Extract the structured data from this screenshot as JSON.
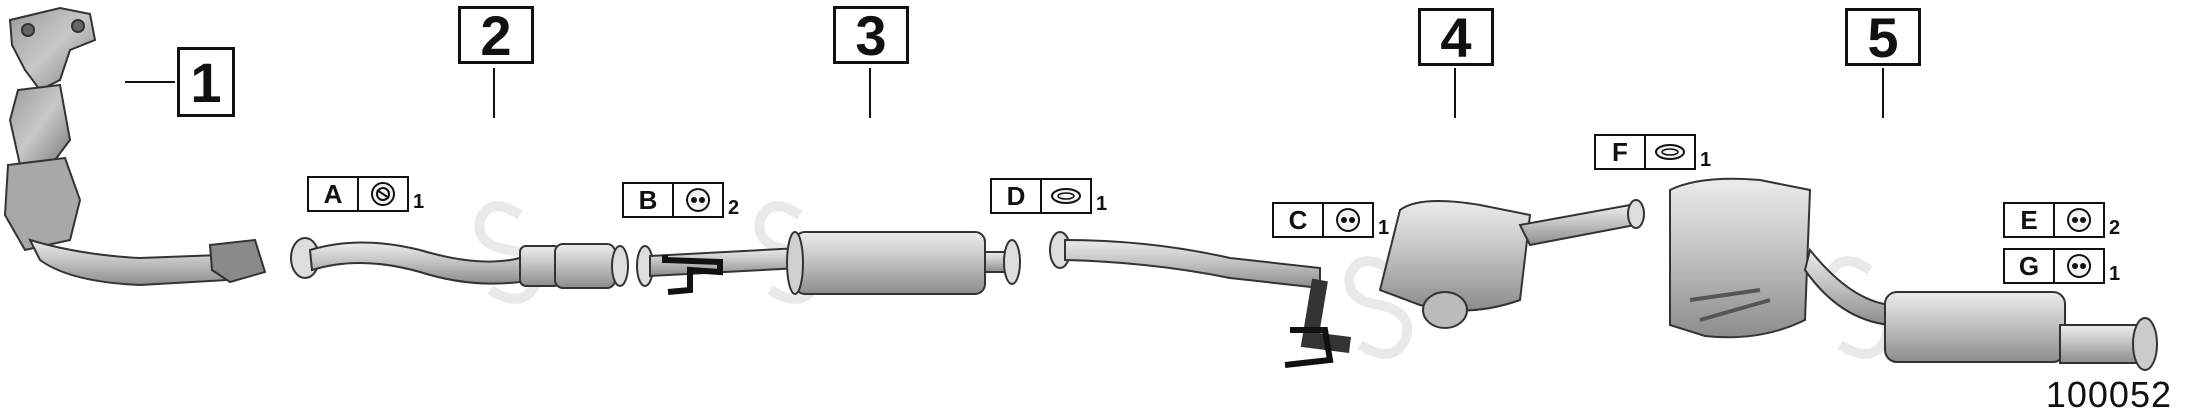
{
  "parts": [
    {
      "number": "1"
    },
    {
      "number": "2"
    },
    {
      "number": "3"
    },
    {
      "number": "4"
    },
    {
      "number": "5"
    }
  ],
  "accessories": [
    {
      "letter": "A",
      "qty": "1",
      "icon": "clamp-ring-icon"
    },
    {
      "letter": "B",
      "qty": "2",
      "icon": "rubber-mount-icon"
    },
    {
      "letter": "C",
      "qty": "1",
      "icon": "rubber-mount-icon"
    },
    {
      "letter": "D",
      "qty": "1",
      "icon": "gasket-icon"
    },
    {
      "letter": "E",
      "qty": "2",
      "icon": "rubber-mount-icon"
    },
    {
      "letter": "F",
      "qty": "1",
      "icon": "gasket-icon"
    },
    {
      "letter": "G",
      "qty": "1",
      "icon": "rubber-mount-icon"
    }
  ],
  "document_id": "100052",
  "colors": {
    "line": "#111111",
    "metal": "#b8b8b8",
    "metal_dark": "#7a7a7a",
    "watermark": "#e6e6e6"
  }
}
